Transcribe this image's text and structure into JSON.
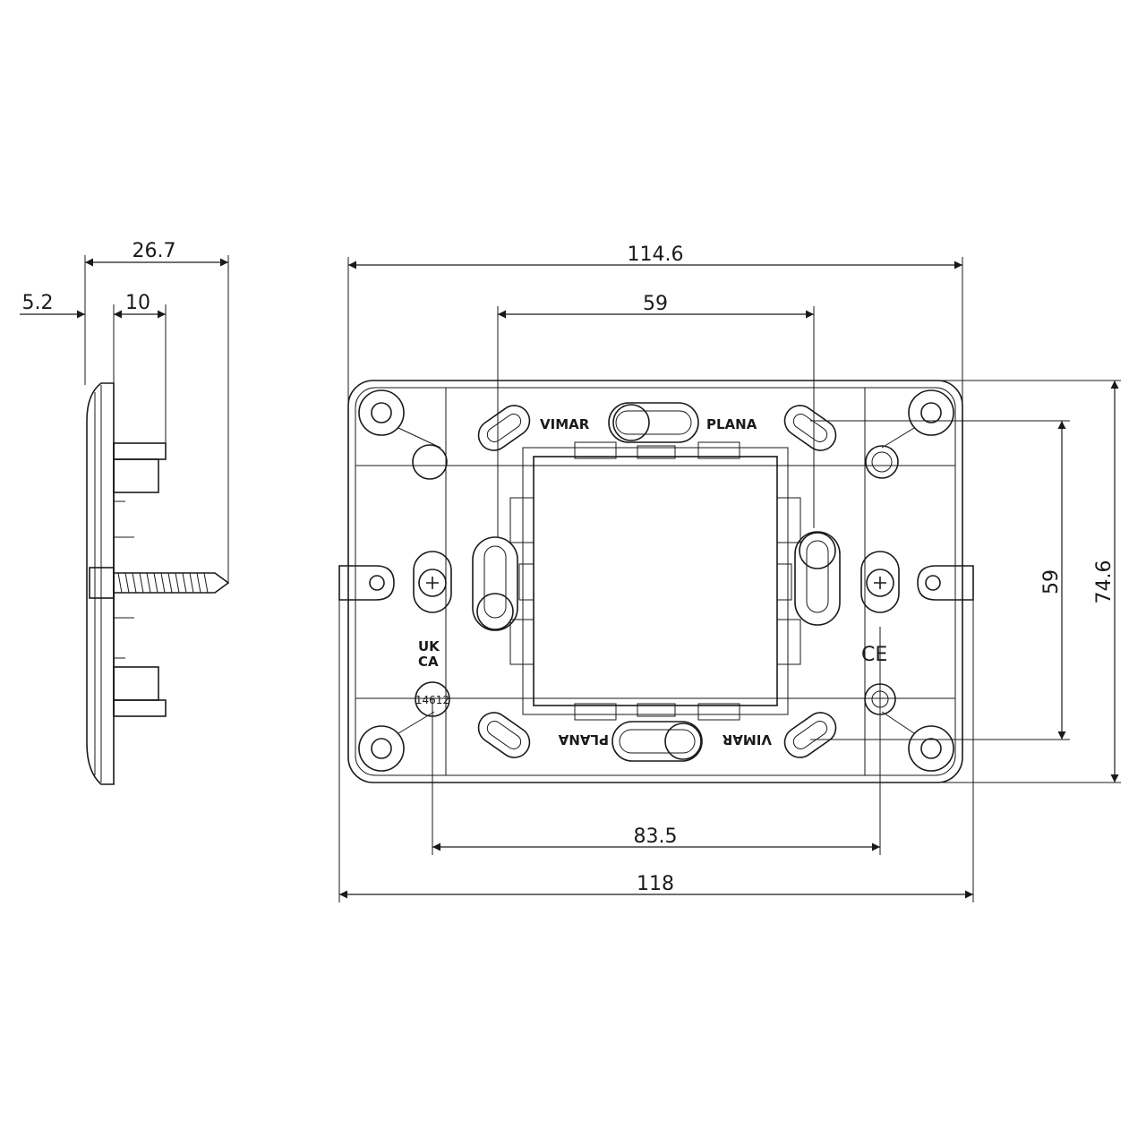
{
  "side_view": {
    "dim_total_depth": "26.7",
    "dim_front": "5.2",
    "dim_frame": "10"
  },
  "front_view": {
    "dim_plate_width": "114.6",
    "dim_window_width": "59",
    "dim_window_height": "59",
    "dim_plate_height": "74.6",
    "dim_screw_spacing": "83.5",
    "dim_total_width": "118",
    "brand_top": "VIMAR",
    "model_top": "PLANA",
    "brand_bottom": "VIMAR",
    "model_bottom": "PLANA",
    "ukca_line1": "UK",
    "ukca_line2": "CA",
    "ce_mark": "CE",
    "part_number": "14612"
  }
}
